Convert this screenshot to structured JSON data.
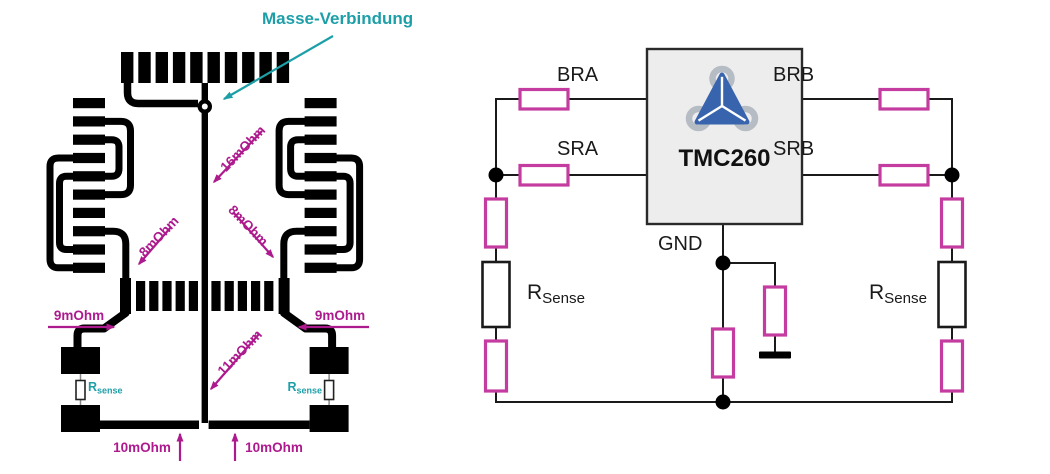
{
  "left_panel": {
    "ground_connection_label": "Masse-Verbindung",
    "trace_resistances": {
      "center_upper": "16mOhm",
      "left_winding": "8mOhm",
      "right_winding": "8mOhm",
      "left_sense": "9mOhm",
      "right_sense": "9mOhm",
      "center_lower": "11mOhm",
      "bottom_left": "10mOhm",
      "bottom_right": "10mOhm"
    },
    "sense_resistor_left": {
      "base": "R",
      "sub": "sense"
    },
    "sense_resistor_right": {
      "base": "R",
      "sub": "sense"
    }
  },
  "right_panel": {
    "chip_name": "TMC260",
    "pin_labels": {
      "bra": "BRA",
      "sra": "SRA",
      "brb": "BRB",
      "srb": "SRB",
      "gnd": "GND"
    },
    "sense_resistor_left": {
      "base": "R",
      "sub": "Sense"
    },
    "sense_resistor_right": {
      "base": "R",
      "sub": "Sense"
    }
  },
  "colors": {
    "annotation_magenta": "#ad1a8d",
    "schematic_pink": "#c43ca0",
    "teal": "#1d9fa8",
    "chip_fill": "#ededed",
    "logo_blue": "#3864ad",
    "logo_gray": "#b6bcc3",
    "line_black": "#1a1a1a"
  }
}
